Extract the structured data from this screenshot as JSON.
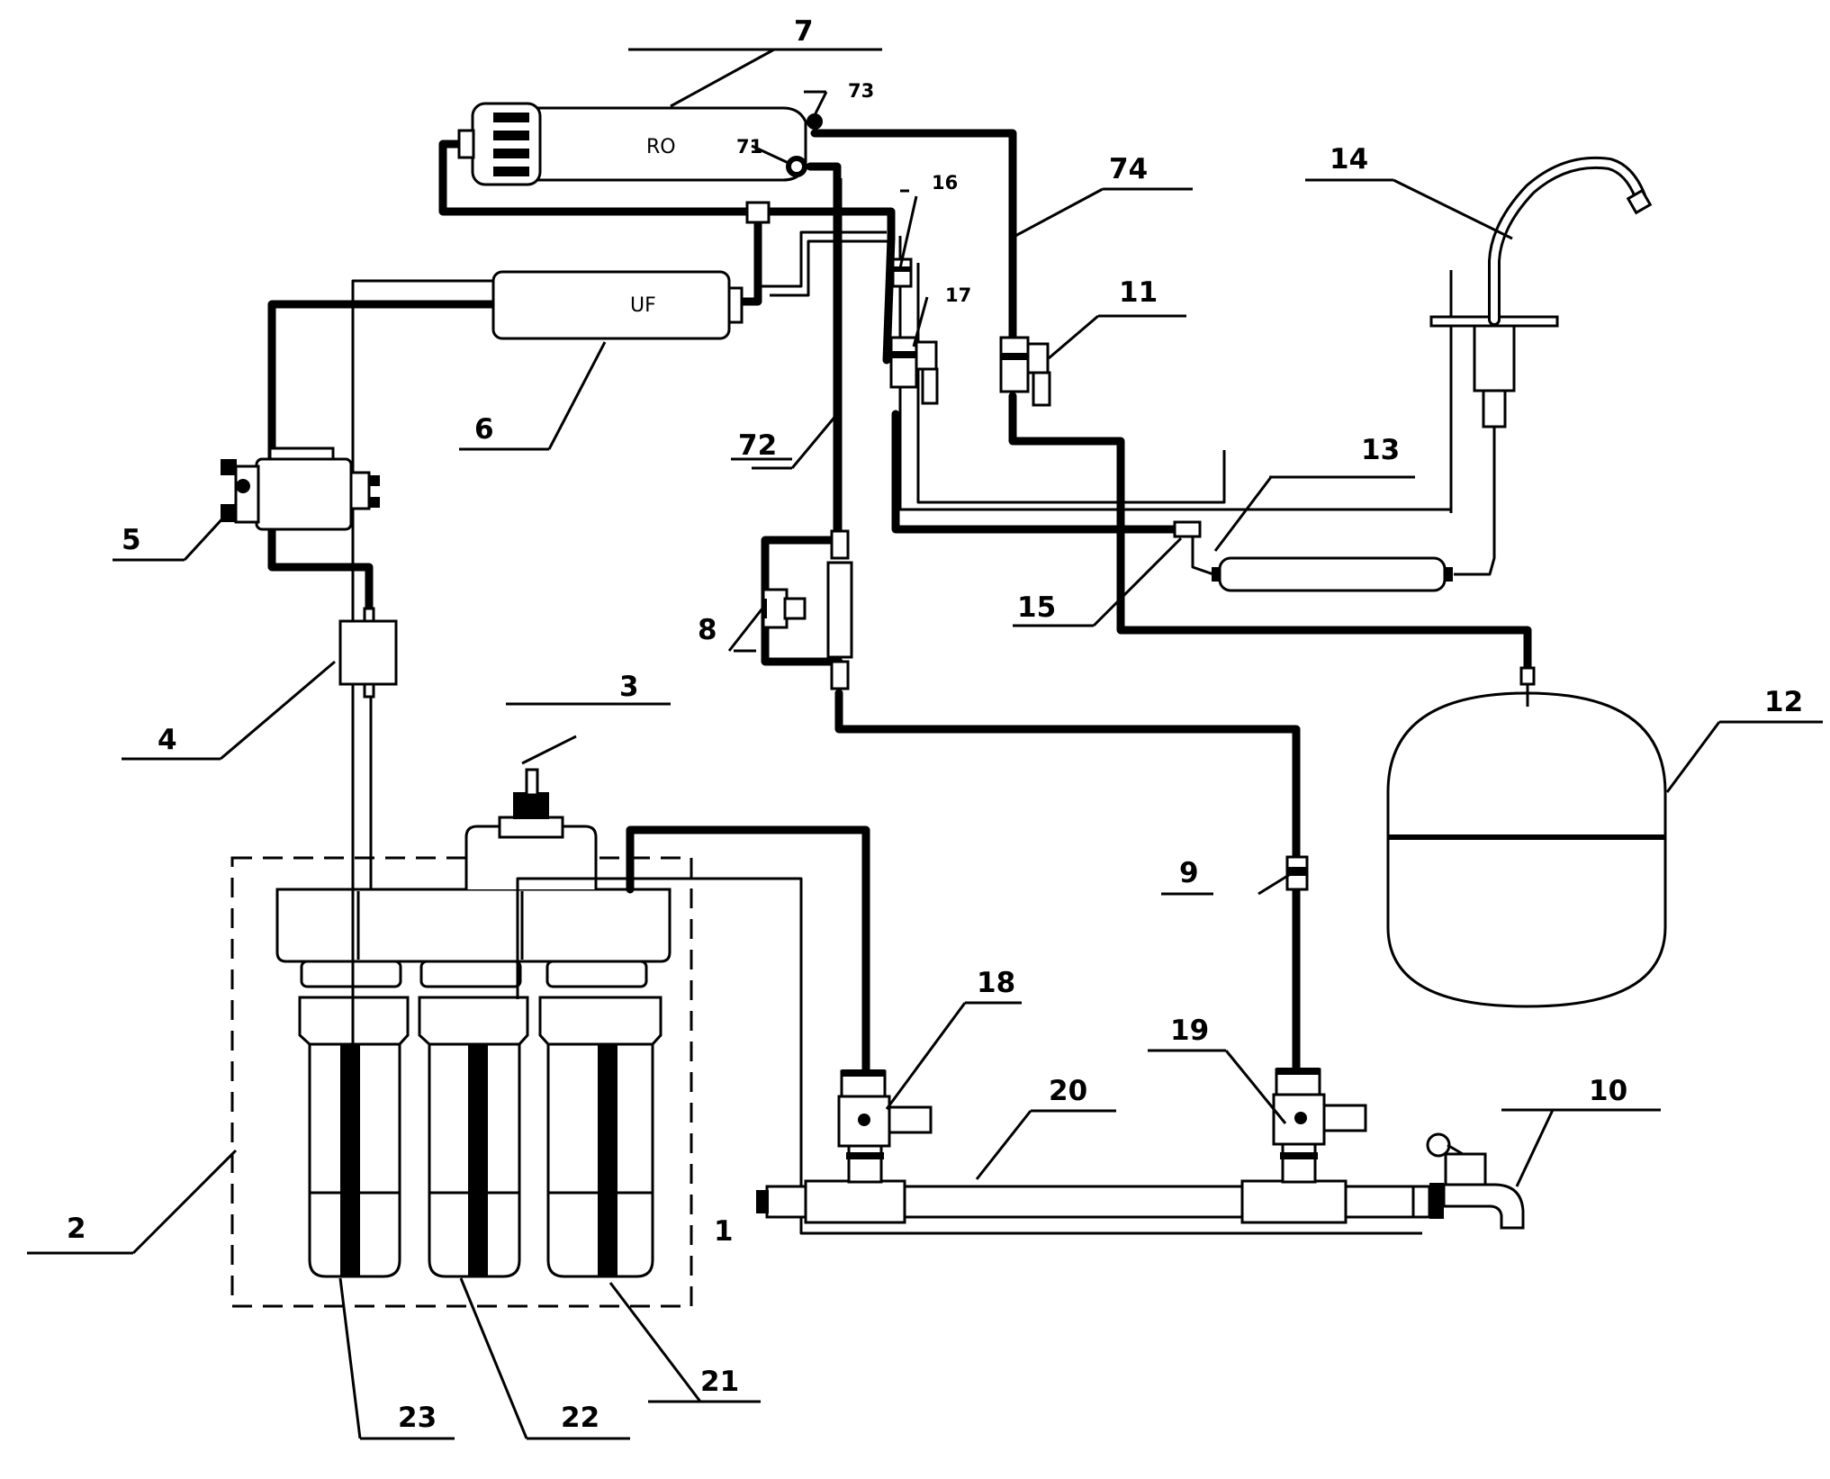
{
  "labels": {
    "l1": "1",
    "l2": "2",
    "l3": "3",
    "l4": "4",
    "l5": "5",
    "l6": "6",
    "l7": "7",
    "l8": "8",
    "l9": "9",
    "l10": "10",
    "l11": "11",
    "l12": "12",
    "l13": "13",
    "l14": "14",
    "l15": "15",
    "l16": "16",
    "l17": "17",
    "l18": "18",
    "l19": "19",
    "l20": "20",
    "l21": "21",
    "l22": "22",
    "l23": "23",
    "l71": "71",
    "l72": "72",
    "l73": "73",
    "l74": "74"
  },
  "captions": {
    "ro": "RO",
    "uf": "UF"
  }
}
